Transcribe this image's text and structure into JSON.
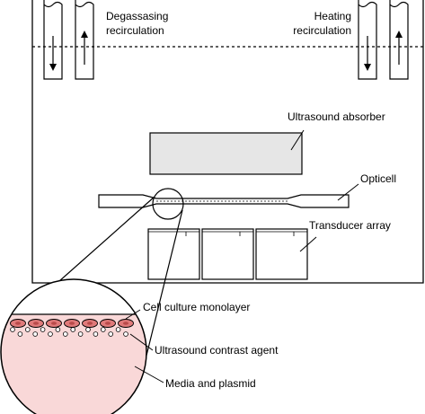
{
  "labels": {
    "degassing_line1": "Degassasing",
    "degassing_line2": "recirculation",
    "heating_line1": "Heating",
    "heating_line2": "recirculation",
    "absorber": "Ultrasound absorber",
    "opticell": "Opticell",
    "transducer": "Transducer array",
    "monolayer": "Cell culture monolayer",
    "contrast_agent": "Ultrasound contrast agent",
    "media": "Media and plasmid"
  },
  "colors": {
    "line": "#000000",
    "absorber_fill": "#e6e6e6",
    "media_fill": "#f9d8d8",
    "cell_fill": "#e07a7a",
    "cell_nucleus": "#b84a4a",
    "bubble_fill": "#ffffff"
  },
  "cells": {
    "count": 7
  },
  "bubbles": {
    "count": 16
  }
}
